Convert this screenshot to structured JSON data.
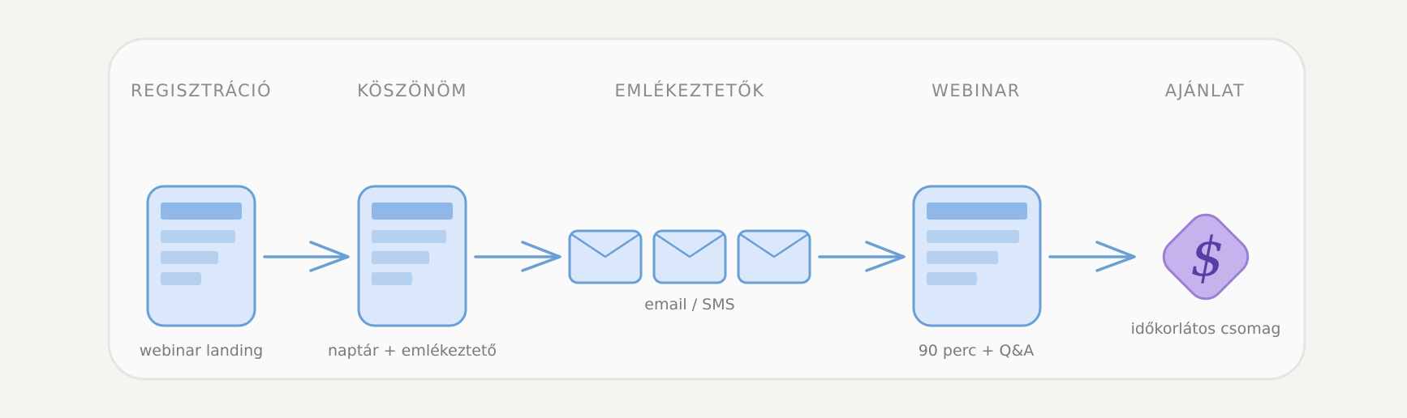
{
  "stages": [
    {
      "id": "registration",
      "title": "REGISZTRÁCIÓ",
      "caption": "webinar landing",
      "icon": "page-icon"
    },
    {
      "id": "thanks",
      "title": "KÖSZÖNÖM",
      "caption": "naptár + emlékeztető",
      "icon": "page-icon"
    },
    {
      "id": "reminders",
      "title": "EMLÉKEZTETŐK",
      "caption": "email / SMS",
      "icon": "envelope-icon"
    },
    {
      "id": "webinar",
      "title": "WEBINAR",
      "caption": "90 perc + Q&A",
      "icon": "page-icon"
    },
    {
      "id": "offer",
      "title": "AJÁNLAT",
      "caption": "időkorlátos csomag",
      "icon": "dollar-icon"
    }
  ],
  "offer_symbol": "$",
  "colors": {
    "background": "#f5f4f1",
    "panel": "#fafafa",
    "card_fill": "#dbe8fb",
    "card_stroke": "#6a9fd6",
    "offer_fill": "#c6b3ee",
    "offer_stroke": "#9b7fd3",
    "title_text": "#8a8a8a"
  }
}
